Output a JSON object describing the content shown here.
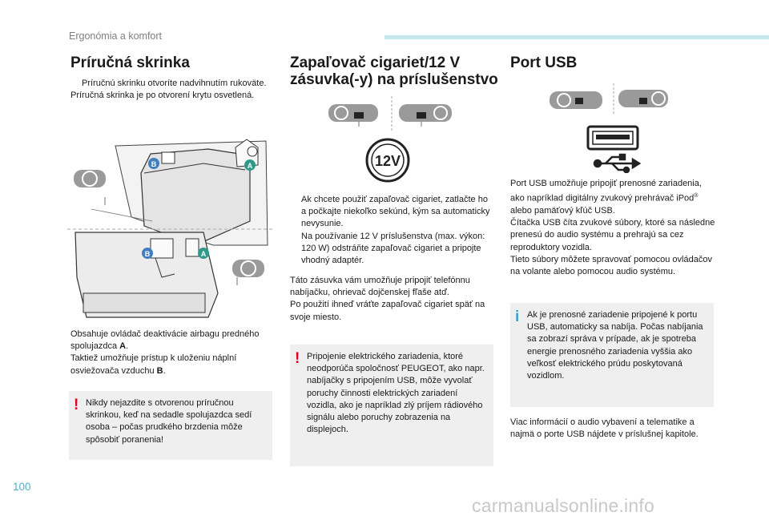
{
  "header": {
    "section": "Ergonómia a komfort"
  },
  "page_number": "100",
  "watermark": "carmanualsonline.info",
  "col1": {
    "title": "Príručná skrinka",
    "bullet1": "Príručnú skrinku otvoríte nadvihnutím rukoväte.",
    "line1": "Príručná skrinka je po otvorení krytu osvetlená.",
    "labels": {
      "a": "A",
      "b": "B"
    },
    "para1": "Obsahuje ovládač deaktivácie airbagu predného spolujazdca",
    "para1_bold": "A",
    "para1_end": ".",
    "para2": "Taktiež umožňuje prístup k uloženiu náplní osviežovača vzduchu",
    "para2_bold": "B",
    "para2_end": ".",
    "warning": "Nikdy nejazdite s otvorenou príručnou skrinkou, keď na sedadle spolujazdca sedí osoba – počas prudkého brzdenia môže spôsobiť poranenia!"
  },
  "col2": {
    "title_line1": "Zapaľovač cigariet/12 V",
    "title_line2": "zásuvka(-y) na príslušenstvo",
    "socket_label": "12V",
    "bullet1": "Ak chcete použiť zapaľovač cigariet, zatlačte ho a počkajte niekoľko sekúnd, kým sa automaticky nevysunie.",
    "bullet2": "Na používanie 12 V príslušenstva (max. výkon: 120 W) odstráňte zapaľovač cigariet a pripojte vhodný adaptér.",
    "para1": "Táto zásuvka vám umožňuje pripojiť telefónnu nabíjačku, ohrievač dojčenskej fľaše atď.",
    "para2": "Po použití ihneď vráťte zapaľovač cigariet späť na svoje miesto.",
    "warning": "Pripojenie elektrického zariadenia, ktoré neodporúča spoločnosť PEUGEOT, ako napr. nabíjačky s pripojením USB, môže vyvolať poruchy činnosti elektrických zariadení vozidla, ako je napríklad zlý príjem rádiového signálu alebo poruchy zobrazenia na displejoch."
  },
  "col3": {
    "title": "Port USB",
    "para1": "Port USB umožňuje pripojiť prenosné zariadenia, ako napríklad digitálny zvukový prehrávač iPod",
    "para1_sup": "®",
    "para1_end": " alebo pamäťový kľúč USB.",
    "para2": "Čítačka USB číta zvukové súbory, ktoré sa následne prenesú do audio systému a prehrajú sa cez reproduktory vozidla.",
    "para3": "Tieto súbory môžete spravovať pomocou ovládačov na volante alebo pomocou audio systému.",
    "info": "Ak je prenosné zariadenie pripojené k portu USB, automaticky sa nabíja. Počas nabíjania sa zobrazí správa v prípade, ak je spotreba energie prenosného zariadenia vyššia ako veľkosť elektrického prúdu poskytovaná vozidlom.",
    "para4": "Viac informácií o audio vybavení a telematike a najmä o porte USB nájdete v príslušnej kapitole."
  },
  "symbols": {
    "bullet": "",
    "warning": "!",
    "info": "i"
  },
  "colors": {
    "accent": "#4fb4c6",
    "warning": "#e2001a",
    "info": "#3ba3c7",
    "note_bg": "#efefef",
    "marker_green": "#2f9a8a",
    "marker_blue": "#3f7fbf"
  }
}
